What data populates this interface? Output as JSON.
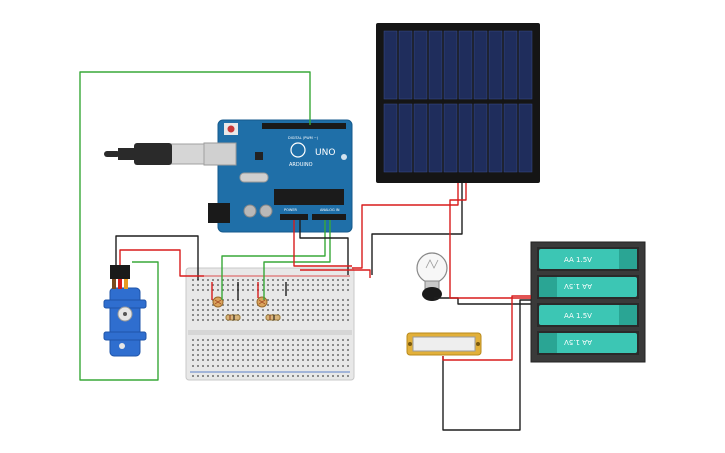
{
  "arduino": {
    "logo_text": "ARDUINO",
    "model_label": "UNO",
    "digital_label": "DIGITAL (PWM ~)",
    "power_label": "POWER",
    "analog_label": "ANALOG IN"
  },
  "battery": {
    "cells": [
      "AA 1.5V",
      "AA 1.5V",
      "AA 1.5V",
      "AA 1.5V"
    ]
  },
  "colors": {
    "wire_red": "#d81c1c",
    "wire_green": "#38a838",
    "wire_black": "#1e1e1e",
    "arduino_blue": "#1f6fa8",
    "battery_teal": "#3cc6b4",
    "solar_cell": "#1f2d5c",
    "servo_blue": "#2f6ecf"
  },
  "icons": [
    "usb-cable-icon",
    "light-bulb-icon",
    "servo-motor-icon",
    "photoresistor-icon",
    "resistor-icon"
  ]
}
